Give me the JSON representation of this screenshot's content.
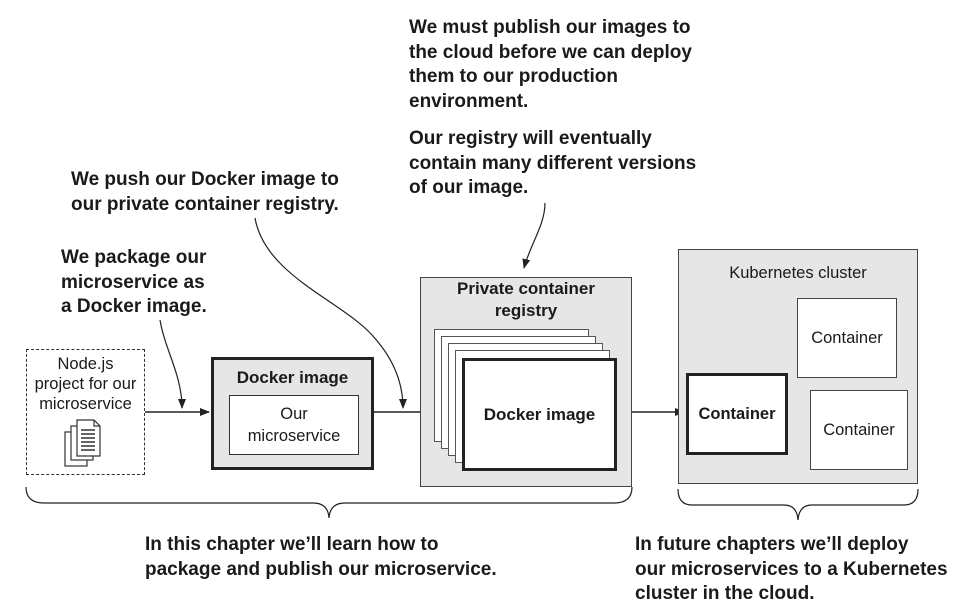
{
  "annotations": {
    "publish_note": "We must publish our images to\nthe cloud before we can deploy\nthem to our production\nenvironment.",
    "versions_note": "Our registry will eventually\ncontain many different versions\nof our image.",
    "push_note": "We push our Docker image to\nour private container registry.",
    "package_note": "We package our\nmicroservice as\na Docker image.",
    "this_chapter": "In this chapter we’ll learn how to\npackage and publish our microservice.",
    "future_chapters": "In future chapters we’ll deploy\nour microservices to a Kubernetes\ncluster in the cloud."
  },
  "nodes": {
    "nodejs_project": "Node.js\nproject for our\nmicroservice",
    "docker_image_title": "Docker image",
    "our_microservice": "Our\nmicroservice",
    "registry_title": "Private container\nregistry",
    "registry_docker_image": "Docker image",
    "k8s_title": "Kubernetes cluster",
    "container_main": "Container",
    "container_top": "Container",
    "container_bottom": "Container"
  },
  "icons": [
    "documents-icon"
  ],
  "colors": {
    "box_fill": "#e6e6e6",
    "stroke": "#222222",
    "text": "#1a1a1a"
  }
}
